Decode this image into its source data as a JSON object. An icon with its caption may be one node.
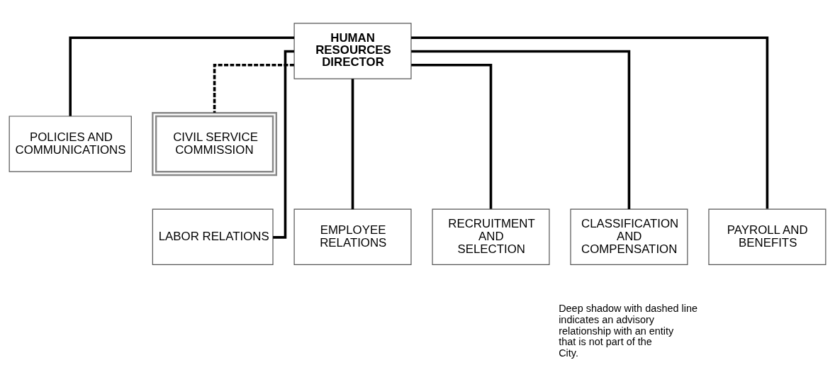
{
  "diagram": {
    "nodes": [
      {
        "text": [
          "HUMAN RESOURCES DIRECTOR"
        ]
      },
      {
        "text": [
          "POLICIES AND COMMUNICATIONS"
        ]
      },
      {
        "text": [
          "CIVIL SERVICE COMMISSION"
        ]
      },
      {
        "text": [
          "LABOR RELATIONS"
        ]
      },
      {
        "text": [
          "EMPLOYEE RELATIONS"
        ]
      },
      {
        "text": [
          "RECRUITMENT AND SELECTION"
        ]
      },
      {
        "text": [
          "CLASSIFICATION AND COMPENSATION"
        ]
      },
      {
        "text": [
          "PAYROLL AND BENEFITS"
        ]
      }
    ],
    "edges": [
      {
        "from": 0,
        "to": 1,
        "arrow": "none"
      },
      {
        "from": 0,
        "to": 2,
        "arrow": "none",
        "style": "dashed"
      },
      {
        "from": 0,
        "to": 3,
        "arrow": "none"
      },
      {
        "from": 0,
        "to": 4,
        "arrow": "none"
      },
      {
        "from": 0,
        "to": 5,
        "arrow": "none"
      },
      {
        "from": 0,
        "to": 6,
        "arrow": "none"
      },
      {
        "from": 0,
        "to": 7,
        "arrow": "none"
      }
    ],
    "labels": [
      "Deep shadow with dashed line indicates an advisory relationship with an entity that is not part of the City."
    ]
  }
}
